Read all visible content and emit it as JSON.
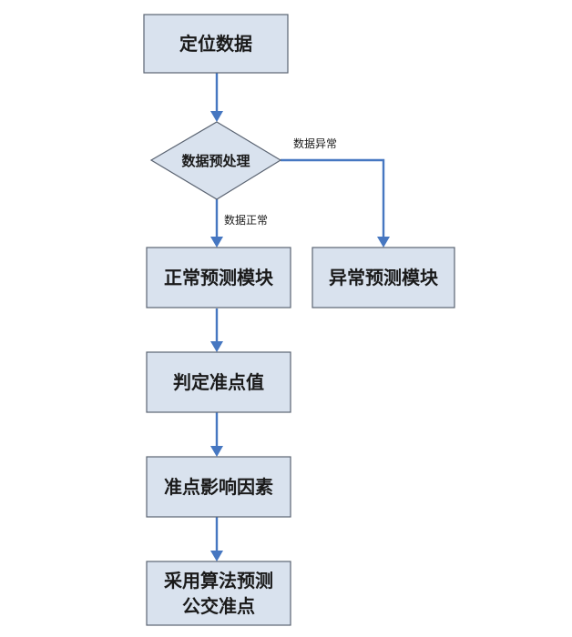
{
  "nodes": {
    "positioning_data": "定位数据",
    "preprocessing": "数据预处理",
    "normal_prediction": "正常预测模块",
    "abnormal_prediction": "异常预测模块",
    "judge_punctuality": "判定准点值",
    "punctuality_factors": "准点影响因素",
    "algorithm_prediction_line1": "采用算法预测",
    "algorithm_prediction_line2": "公交准点"
  },
  "edges": {
    "abnormal_label": "数据异常",
    "normal_label": "数据正常"
  },
  "colors": {
    "box_fill": "#d9e2ee",
    "box_stroke": "#5b6472",
    "connector": "#4677c1"
  }
}
